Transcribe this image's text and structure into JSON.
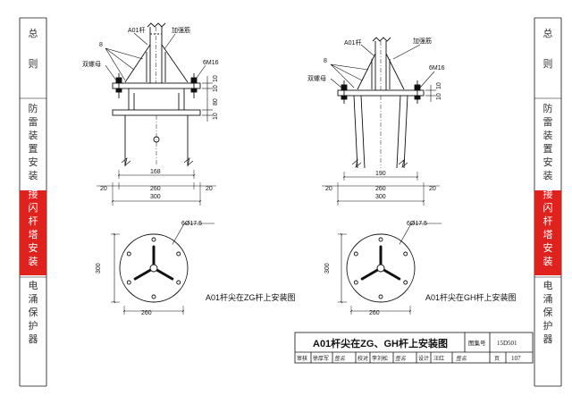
{
  "sidebar_left": [
    {
      "text": "总",
      "active": false
    },
    {
      "text": "则",
      "active": false
    },
    {
      "text": "防雷装置安装",
      "active": false
    },
    {
      "text": "接闪杆塔安装",
      "active": true
    },
    {
      "text": "电涌保护器",
      "active": false
    }
  ],
  "sidebar_right": [
    {
      "text": "总",
      "active": false
    },
    {
      "text": "则",
      "active": false
    },
    {
      "text": "防雷装置安装",
      "active": false
    },
    {
      "text": "接闪杆塔安装",
      "active": true
    },
    {
      "text": "电涌保护器",
      "active": false
    }
  ],
  "colors": {
    "accent": "#e0221f",
    "line": "#111111",
    "sidebar_text": "#333333",
    "page_bg": "#ffffff"
  },
  "left_elevation": {
    "rod_label": "A01杆",
    "rib_label": "加强筋",
    "count_label": "8",
    "nut_label": "双螺母",
    "bolt_label": "6M16",
    "dim_right": [
      "10",
      "10",
      "80",
      "10"
    ],
    "dim_inner": "168",
    "dim_mid": "260",
    "dim_side": "20",
    "dim_side_right": "20",
    "dim_total": "300"
  },
  "right_elevation": {
    "rod_label": "A01杆",
    "rib_label": "加强筋",
    "count_label": "8",
    "nut_label": "双螺母",
    "bolt_label": "6M16",
    "dim_right": [
      "10",
      "10"
    ],
    "dim_inner": "190",
    "dim_mid": "260",
    "dim_side": "20",
    "dim_side_right": "20",
    "dim_total": "300"
  },
  "left_plan": {
    "hole_label": "6Ø17.5",
    "dim_vertical": "300",
    "dim_bottom": "260",
    "caption": "A01杆尖在ZG杆上安装图"
  },
  "right_plan": {
    "hole_label": "6Ø17.5",
    "dim_vertical": "300",
    "dim_bottom": "260",
    "caption": "A01杆尖在GH杆上安装图"
  },
  "title_block": {
    "title": "A01杆尖在ZG、GH杆上安装图",
    "atlas_label": "图集号",
    "atlas_no": "15D501",
    "row": [
      "审核",
      "徐厚军",
      "签名",
      "校对",
      "李刘松",
      "签名",
      "设计",
      "汪红",
      "签名",
      "页"
    ],
    "page_no": "107"
  }
}
